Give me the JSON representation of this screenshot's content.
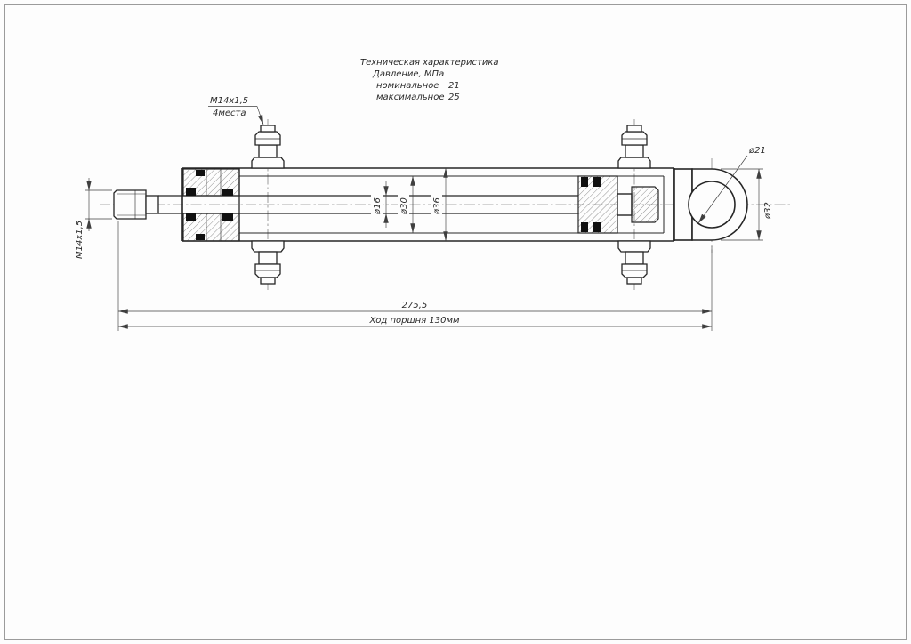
{
  "page": {
    "background": "#fdfdfd",
    "frame_color": "#9b9b9b",
    "line_color": "#262626",
    "dim_color": "#3f3f3f"
  },
  "spec": {
    "title": "Техническая характеристика",
    "group_label": "Давление, МПа",
    "rows": [
      {
        "label": "номинальное",
        "value": "21"
      },
      {
        "label": "максимальное",
        "value": "25"
      }
    ]
  },
  "callouts": {
    "port_thread": "М14х1,5",
    "port_thread_note": "4места",
    "rod_thread": "М14х1,5",
    "rod_dia": "ø16",
    "bore_dia": "ø30",
    "tube_dia": "ø36",
    "eye_hole_dia": "ø21",
    "eye_dia": "ø32",
    "overall_length": "275,5",
    "stroke_note": "Ход поршня 130мм"
  }
}
